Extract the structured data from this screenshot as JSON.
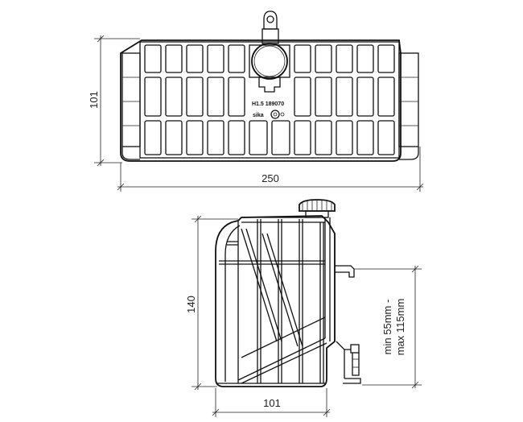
{
  "top_view": {
    "width_label": "250",
    "height_label": "101",
    "marking_line1": "H1.5 189070",
    "marking_line2": "sika"
  },
  "side_view": {
    "height_label": "140",
    "depth_label": "101",
    "level_label_line1": "min 55mm -",
    "level_label_line2": "max 115mm"
  }
}
